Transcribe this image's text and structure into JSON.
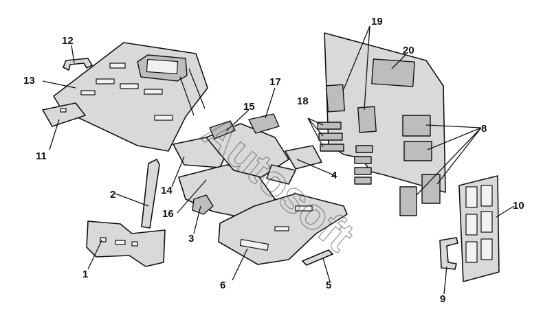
{
  "watermark": "Autosoft",
  "callouts": {
    "c1": "1",
    "c2": "2",
    "c3": "3",
    "c4": "4",
    "c5": "5",
    "c6": "6",
    "c8": "8",
    "c9": "9",
    "c10": "10",
    "c11": "11",
    "c12": "12",
    "c13": "13",
    "c14": "14",
    "c15": "15",
    "c16": "16",
    "c17": "17",
    "c18": "18",
    "c19": "19",
    "c20": "20"
  }
}
